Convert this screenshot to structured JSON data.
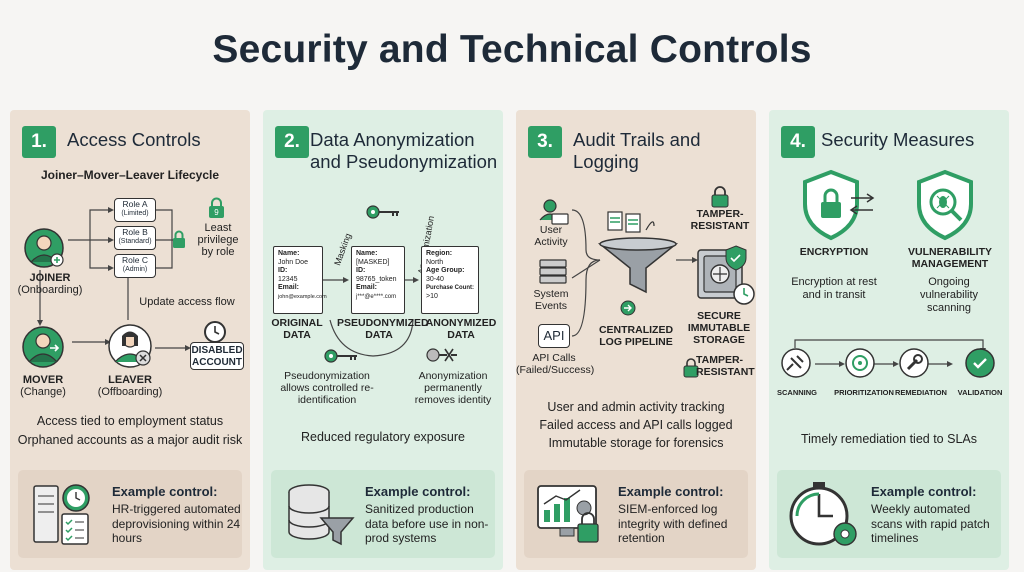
{
  "title": "Security and Technical Controls",
  "colors": {
    "accent": "#2f9e64",
    "panel_tan": "#ece0d4",
    "panel_green": "#deefe4"
  },
  "panels": [
    {
      "num": "1.",
      "title": "Access Controls",
      "subtitle": "Joiner–Mover–Leaver Lifecycle",
      "roles": [
        "Role A",
        "(Limited)",
        "Role B",
        "(Standard)",
        "Role C",
        "(Admin)"
      ],
      "least_privilege": "Least privilege by role",
      "joiner": "JOINER",
      "joiner_sub": "(Onboarding)",
      "mover": "MOVER",
      "mover_sub": "(Change)",
      "leaver": "LEAVER",
      "leaver_sub": "(Offboarding)",
      "update_flow": "Update access flow",
      "disabled": "DISABLED ACCOUNT",
      "bullets": [
        "Access tied to employment status",
        "Orphaned accounts as a major audit risk"
      ],
      "example_title": "Example control:",
      "example_text": "HR-triggered automated deprovisioning within 24 hours"
    },
    {
      "num": "2.",
      "title": "Data Anonymization and Pseudonymization",
      "doc1": [
        "Name:",
        "John Doe",
        "ID:",
        "12345",
        "Email:",
        "john@example.com"
      ],
      "doc2": [
        "Name:",
        "[MASKED]",
        "ID:",
        "98765_token",
        "Email:",
        "j***@e****.com"
      ],
      "doc3": [
        "Region:",
        "North",
        "Age Group:",
        "30-40",
        "Purchase Count:",
        ">10"
      ],
      "masking": "Masking",
      "anonymization": "Anonymization",
      "original": "ORIGINAL DATA",
      "pseudo": "PSEUDONYMIZED DATA",
      "anon": "ANONYMIZED DATA",
      "pseudo_note": "Pseudonymization allows controlled re-identification",
      "anon_note": "Anonymization permanently removes identity",
      "bullets": [
        "Reduced regulatory exposure"
      ],
      "example_title": "Example control:",
      "example_text": "Sanitized production data before use in non-prod systems"
    },
    {
      "num": "3.",
      "title": "Audit Trails and Logging",
      "user_activity": "User Activity",
      "system_events": "System Events",
      "api": "API",
      "api_calls": "API Calls (Failed/Success)",
      "tamper_top": "TAMPER-RESISTANT",
      "pipeline": "CENTRALIZED LOG PIPELINE",
      "storage": "SECURE IMMUTABLE STORAGE",
      "tamper_bottom": "TAMPER-RESISTANT",
      "bullets": [
        "User and admin activity tracking",
        "Failed access and API calls logged",
        "Immutable storage for forensics"
      ],
      "example_title": "Example control:",
      "example_text": "SIEM-enforced log integrity with defined retention"
    },
    {
      "num": "4.",
      "title": "Security Measures",
      "encryption": "ENCRYPTION",
      "encryption_note": "Encryption at rest and in transit",
      "vuln": "VULNERABILITY MANAGEMENT",
      "vuln_note": "Ongoing vulnerability scanning",
      "steps": [
        "SCANNING",
        "PRIORITIZATION",
        "REMEDIATION",
        "VALIDATION"
      ],
      "bullets": [
        "Timely remediation tied to SLAs"
      ],
      "example_title": "Example control:",
      "example_text": "Weekly automated scans with rapid patch timelines"
    }
  ]
}
